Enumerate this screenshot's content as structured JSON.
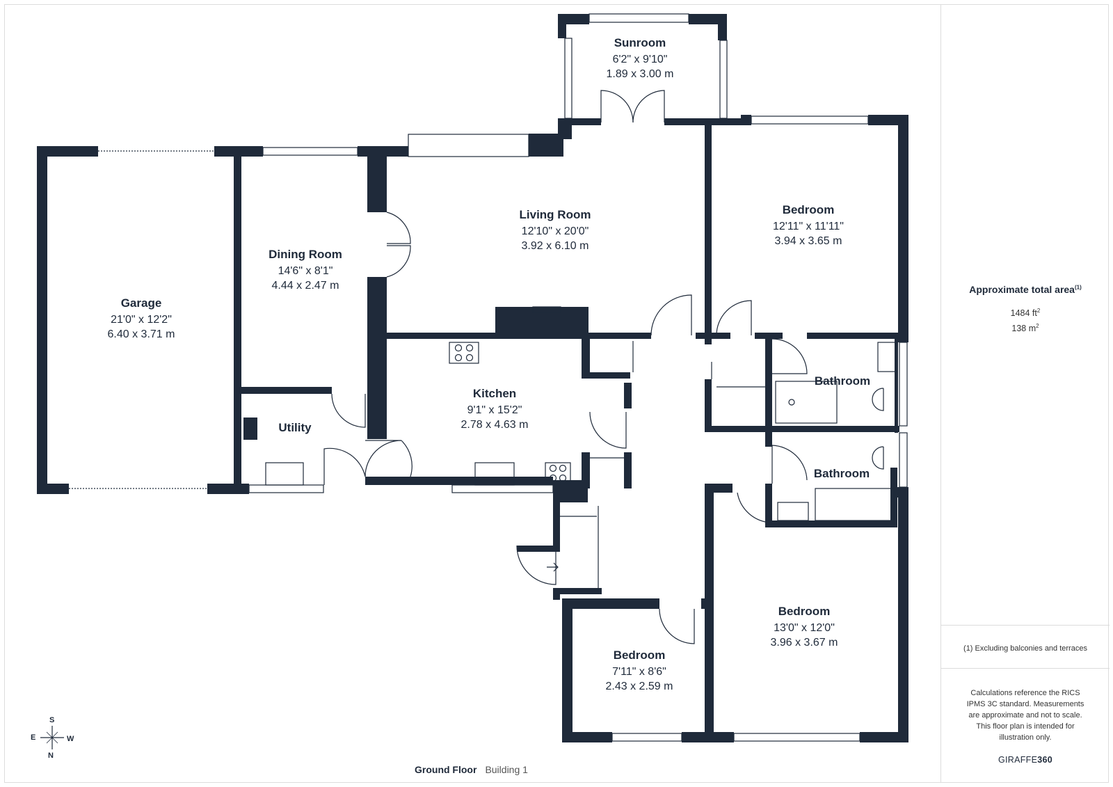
{
  "rooms": [
    {
      "name": "Sunroom",
      "imperial": "6'2\" x 9'10\"",
      "metric": "1.89 x 3.00 m"
    },
    {
      "name": "Living Room",
      "imperial": "12'10\" x 20'0\"",
      "metric": "3.92 x 6.10 m"
    },
    {
      "name": "Bedroom",
      "imperial": "12'11\" x 11'11\"",
      "metric": "3.94 x 3.65 m"
    },
    {
      "name": "Dining Room",
      "imperial": "14'6\" x 8'1\"",
      "metric": "4.44 x 2.47 m"
    },
    {
      "name": "Garage",
      "imperial": "21'0\" x 12'2\"",
      "metric": "6.40 x 3.71 m"
    },
    {
      "name": "Kitchen",
      "imperial": "9'1\" x 15'2\"",
      "metric": "2.78 x 4.63 m"
    },
    {
      "name": "Utility"
    },
    {
      "name": "Bathroom"
    },
    {
      "name": "Bathroom"
    },
    {
      "name": "Bedroom",
      "imperial": "13'0\" x 12'0\"",
      "metric": "3.96 x 3.67 m"
    },
    {
      "name": "Bedroom",
      "imperial": "7'11\" x 8'6\"",
      "metric": "2.43 x 2.59 m"
    }
  ],
  "summary": {
    "title": "Approximate total area",
    "title_note": "(1)",
    "area_ft": "1484 ft",
    "area_ft_unit": "2",
    "area_m": "138 m",
    "area_m_unit": "2",
    "footnote": "(1) Excluding balconies and terraces",
    "calculations": "Calculations reference the RICS IPMS 3C standard. Measurements are approximate and not to scale. This floor plan is intended for illustration only.",
    "brand_a": "GIRAFFE",
    "brand_b": "360"
  },
  "floor": {
    "label": "Ground Floor",
    "building": "Building 1"
  },
  "compass": {
    "s": "S",
    "e": "E",
    "w": "W",
    "n": "N"
  },
  "colors": {
    "wall": "#1f2a3a",
    "line": "#1f2a3a",
    "background": "#ffffff"
  }
}
